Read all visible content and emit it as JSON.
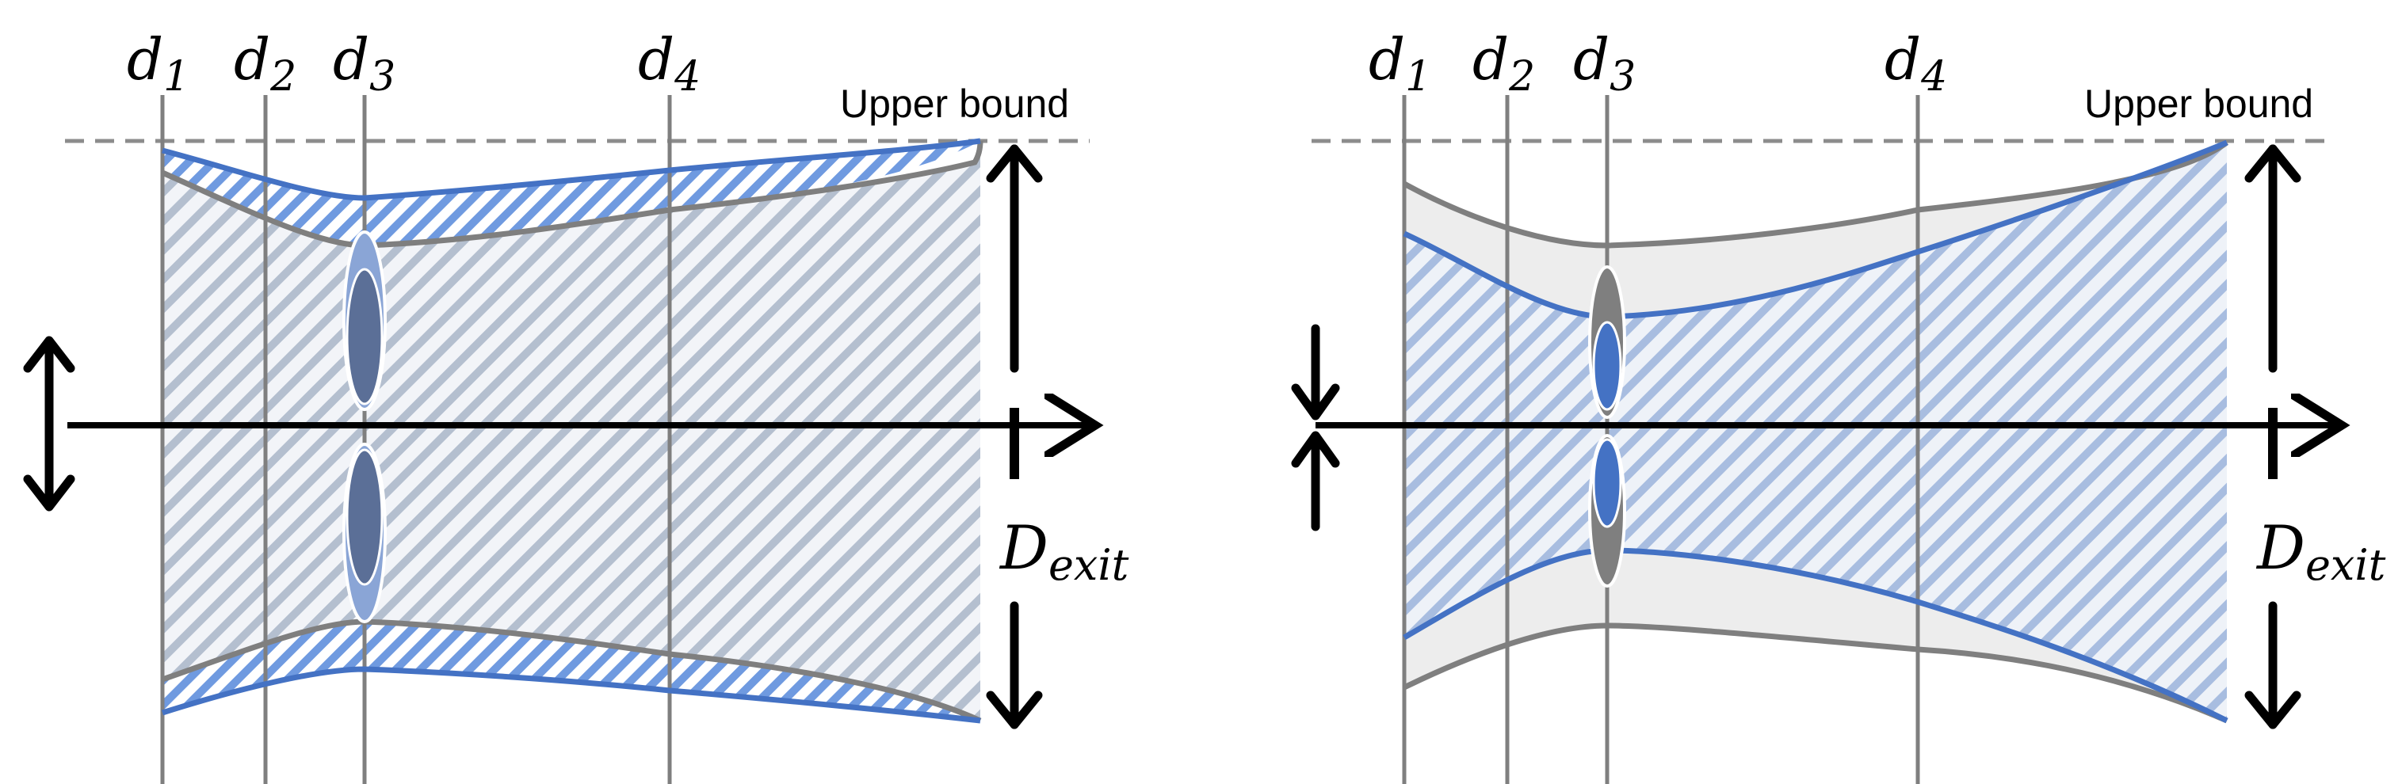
{
  "colors": {
    "profile_gray": "#7f7f7f",
    "profile_blue": "#4472c4",
    "hatch_gray_fill": "#b4bfcf",
    "hatch_blue_fill": "#8fb0e4",
    "light_fill": "#ededed",
    "lens_dark": "#5b6f97",
    "lens_blue": "#4472c4",
    "axis": "#000000"
  },
  "panels": [
    {
      "id": "left",
      "positions": [
        {
          "base": "d",
          "sub": "1"
        },
        {
          "base": "d",
          "sub": "2"
        },
        {
          "base": "d",
          "sub": "3"
        },
        {
          "base": "d",
          "sub": "4"
        }
      ],
      "upper_bound_label": "Upper bound",
      "exit_label": {
        "base": "D",
        "sub": "exit"
      },
      "left_arrow": "double-headed"
    },
    {
      "id": "right",
      "positions": [
        {
          "base": "d",
          "sub": "1"
        },
        {
          "base": "d",
          "sub": "2"
        },
        {
          "base": "d",
          "sub": "3"
        },
        {
          "base": "d",
          "sub": "4"
        }
      ],
      "upper_bound_label": "Upper bound",
      "exit_label": {
        "base": "D",
        "sub": "exit"
      },
      "left_arrow": "converging"
    }
  ]
}
